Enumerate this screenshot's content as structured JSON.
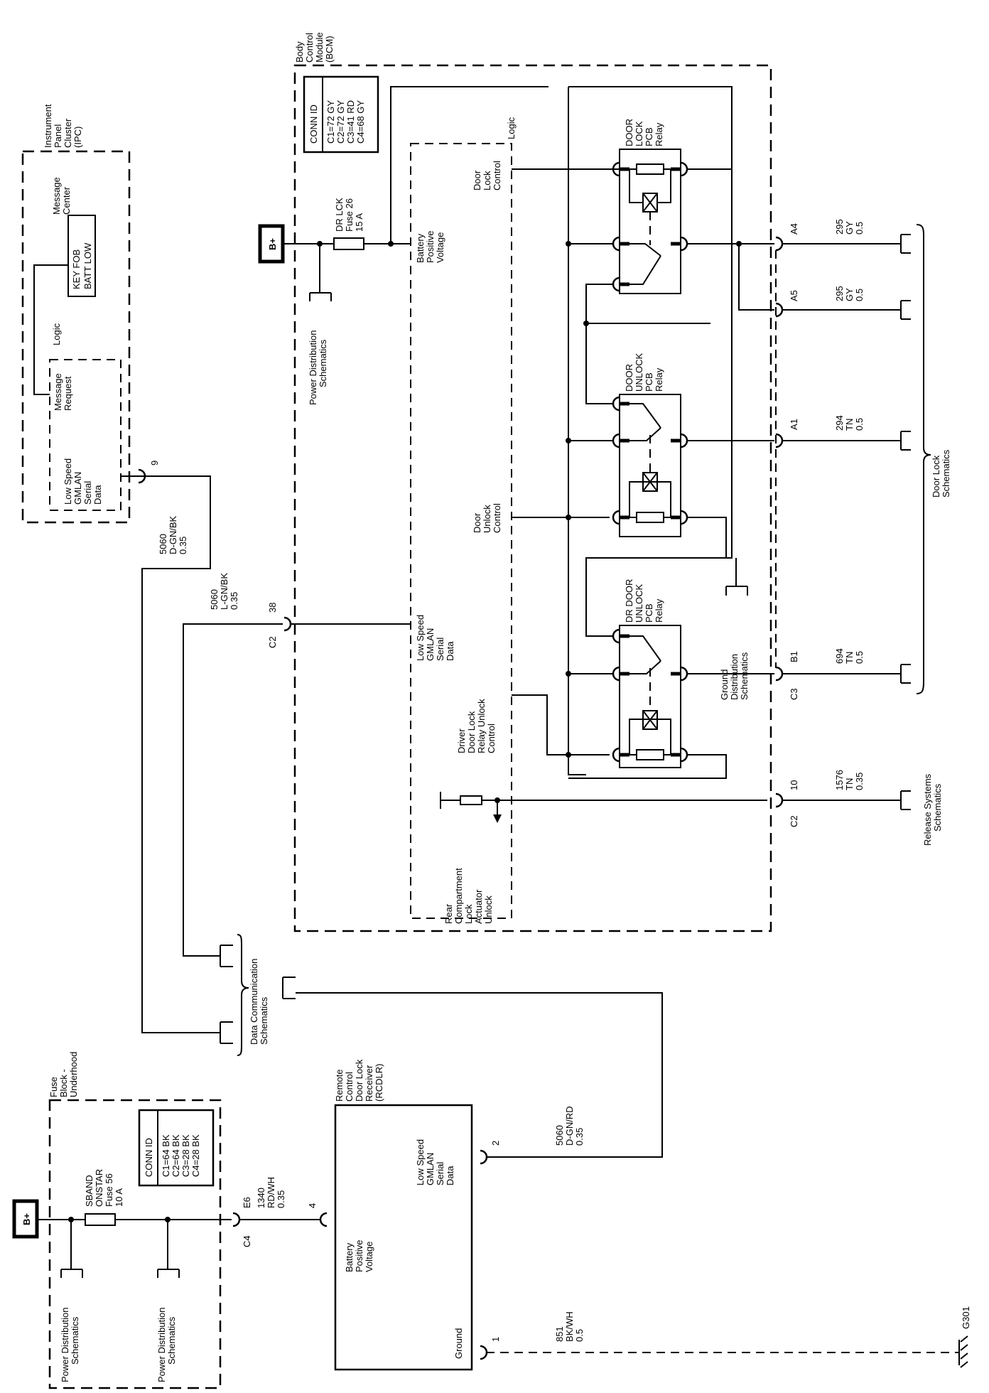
{
  "modules": {
    "ipc_title": "Instrument Panel Cluster (IPC)",
    "bcm_title": "Body Control Module (BCM)",
    "fuse_block_title": "Fuse Block - Underhood",
    "rcdlr_title": "Remote Control Door Lock Receiver (RCDLR)"
  },
  "ipc": {
    "message_center": "Message Center",
    "display_text": "KEY FOB BATT LOW",
    "logic": "Logic",
    "message_request": "Message Request",
    "serial_data": "Low Speed GMLAN Serial Data",
    "pin": "9"
  },
  "bcm": {
    "conn_id_header": "CONN ID",
    "conn_ids": [
      "C1=72 GY",
      "C2=72 GY",
      "C3=41 RD",
      "C4=68 GY"
    ],
    "fuse_label": "DR LCK Fuse 26 15 A",
    "battery_positive": "Battery Positive Voltage",
    "logic": "Logic",
    "door_lock_control": "Door Lock Control",
    "door_unlock_control": "Door Unlock Control",
    "serial_data": "Low Speed GMLAN Serial Data",
    "driver_unlock_control": "Driver Door Lock Relay Unlock Control",
    "rear_compartment": "Rear Compartment Lock Actuator Unlock",
    "relay_lock": "DOOR LOCK PCB Relay",
    "relay_unlock": "DOOR UNLOCK PCB Relay",
    "relay_dr_unlock": "DR DOOR UNLOCK PCB Relay",
    "ground_distribution": "Ground Distribution Schematics",
    "power_distribution": "Power Distribution Schematics"
  },
  "bplus": "B+",
  "connectors": {
    "c2": "C2",
    "c3": "C3",
    "c4": "C4",
    "pin_38": "38",
    "pin_10": "10",
    "pin_a4": "A4",
    "pin_a5": "A5",
    "pin_a1": "A1",
    "pin_b1": "B1",
    "pin_e6": "E6",
    "pin_4": "4",
    "pin_2": "2",
    "pin_1": "1"
  },
  "wires": {
    "ipc_gmlan": [
      "5060",
      "D-GN/BK",
      "0.35"
    ],
    "bcm_gmlan": [
      "5060",
      "L-GN/BK",
      "0.35"
    ],
    "a4": [
      "295",
      "GY",
      "0.5"
    ],
    "a5": [
      "295",
      "GY",
      "0.5"
    ],
    "a1": [
      "294",
      "TN",
      "0.5"
    ],
    "b1": [
      "694",
      "TN",
      "0.5"
    ],
    "c2_10": [
      "1576",
      "TN",
      "0.35"
    ],
    "rcdlr_power": [
      "1340",
      "RD/WH",
      "0.35"
    ],
    "rcdlr_gmlan": [
      "5060",
      "D-GN/RD",
      "0.35"
    ],
    "rcdlr_ground": [
      "851",
      "BK/WH",
      "0.5"
    ]
  },
  "references": {
    "door_lock_schematics": "Door Lock Schematics",
    "release_systems": "Release Systems Schematics",
    "data_communication": "Data Communication Schematics",
    "power_distribution": "Power Distribution Schematics",
    "ground": "G301"
  },
  "fuse_block": {
    "conn_id_header": "CONN ID",
    "conn_ids": [
      "C1=64 BK",
      "C2=64 BK",
      "C3=28 BK",
      "C4=28 BK"
    ],
    "fuse_label": "SBAND ONSTAR Fuse 56 10 A"
  },
  "rcdlr": {
    "serial_data": "Low Speed GMLAN Serial Data",
    "battery_positive": "Battery Positive Voltage",
    "ground": "Ground"
  }
}
